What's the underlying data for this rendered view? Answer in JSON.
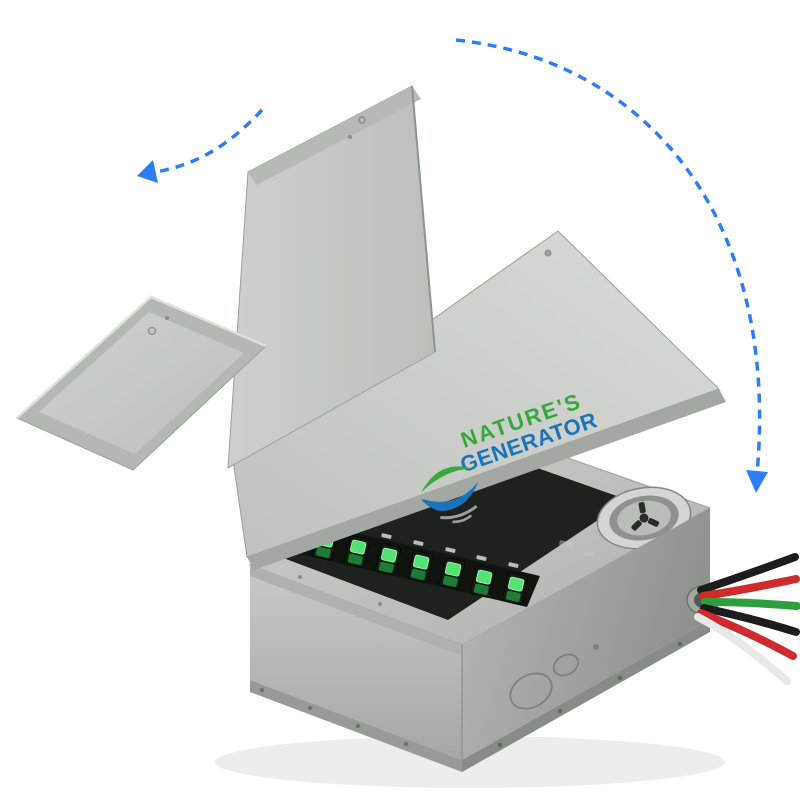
{
  "brand": {
    "line1": "NATURE'S",
    "line2": "GENERATOR"
  },
  "illustration": {
    "arrow_style": "dashed-curved-rotation",
    "breaker_count": 7,
    "lid_positions": [
      "tilted-closing",
      "vertical",
      "open-flat"
    ]
  },
  "colors": {
    "arrow": "#2f7df6",
    "brand_green": "#37a93c",
    "brand_blue": "#1b74bb",
    "breaker_lit": "#54e273",
    "wire_colors": [
      "#1c1c1c",
      "#cf2a2c",
      "#2f9e3f",
      "#1c1c1c",
      "#cf2a2c",
      "#e8e8e5"
    ]
  }
}
